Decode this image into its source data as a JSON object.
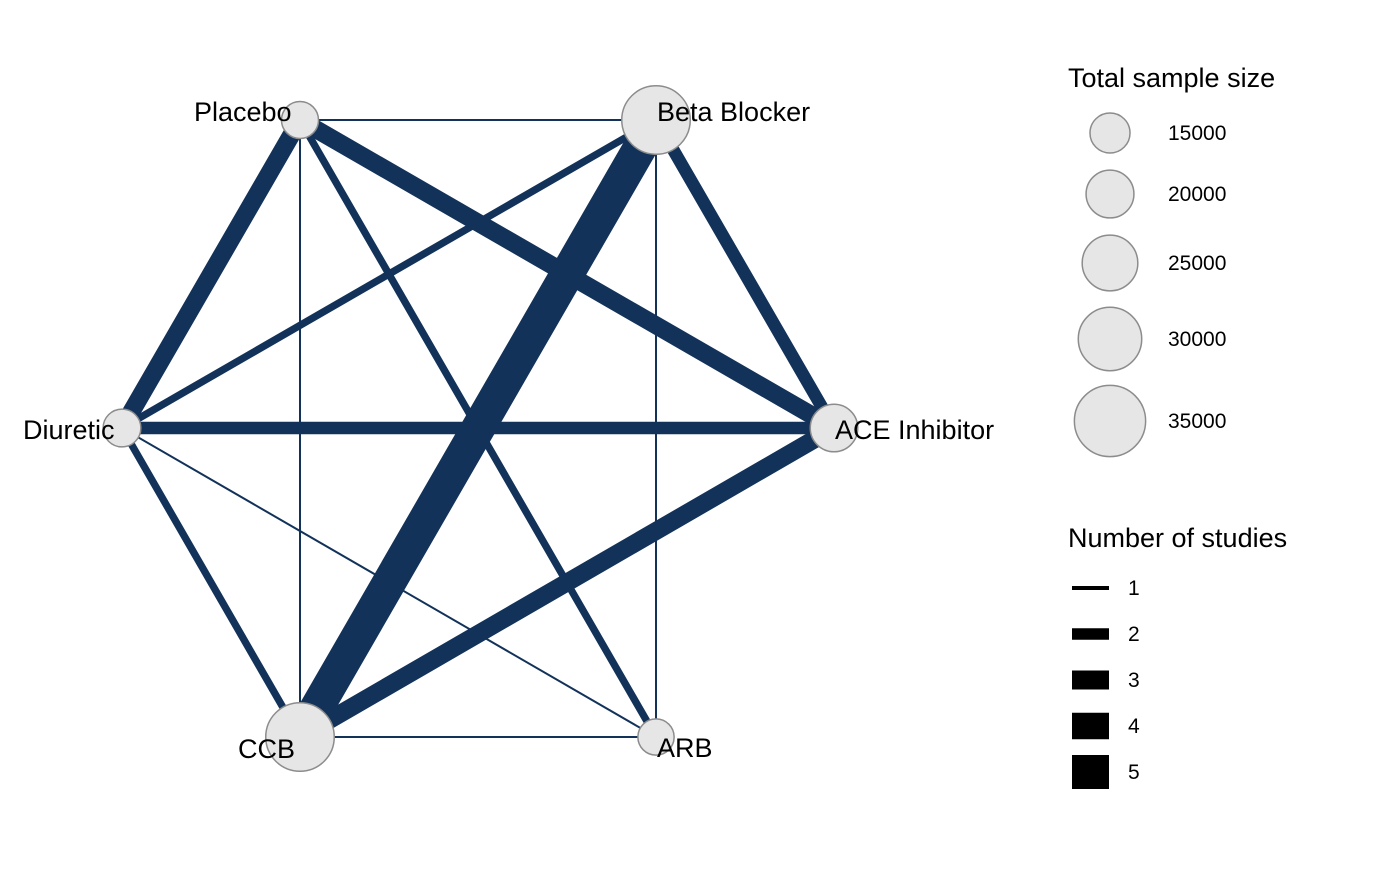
{
  "colors": {
    "edge": "#12325a",
    "node_fill": "#e6e6e6",
    "node_stroke": "#8c8c8c",
    "legend_line": "#000000",
    "background": "#ffffff"
  },
  "network": {
    "nodes": [
      {
        "id": "placebo",
        "label": "Placebo",
        "sample_size": 14000
      },
      {
        "id": "beta_blocker",
        "label": "Beta Blocker",
        "sample_size": 35000
      },
      {
        "id": "ace_inhibitor",
        "label": "ACE Inhibitor",
        "sample_size": 21000
      },
      {
        "id": "arb",
        "label": "ARB",
        "sample_size": 13500
      },
      {
        "id": "ccb",
        "label": "CCB",
        "sample_size": 35000
      },
      {
        "id": "diuretic",
        "label": "Diuretic",
        "sample_size": 14500
      }
    ],
    "edges": [
      {
        "from": "placebo",
        "to": "beta_blocker",
        "studies": 1
      },
      {
        "from": "placebo",
        "to": "ace_inhibitor",
        "studies": 4
      },
      {
        "from": "placebo",
        "to": "diuretic",
        "studies": 4
      },
      {
        "from": "placebo",
        "to": "ccb",
        "studies": 1
      },
      {
        "from": "placebo",
        "to": "arb",
        "studies": 2
      },
      {
        "from": "beta_blocker",
        "to": "ace_inhibitor",
        "studies": 3
      },
      {
        "from": "beta_blocker",
        "to": "diuretic",
        "studies": 2
      },
      {
        "from": "beta_blocker",
        "to": "ccb",
        "studies": 7
      },
      {
        "from": "beta_blocker",
        "to": "arb",
        "studies": 1
      },
      {
        "from": "diuretic",
        "to": "ace_inhibitor",
        "studies": 3
      },
      {
        "from": "diuretic",
        "to": "ccb",
        "studies": 2
      },
      {
        "from": "diuretic",
        "to": "arb",
        "studies": 1
      },
      {
        "from": "ccb",
        "to": "ace_inhibitor",
        "studies": 4
      },
      {
        "from": "ccb",
        "to": "arb",
        "studies": 1
      }
    ]
  },
  "legend_size": {
    "title": "Total sample size",
    "items": [
      {
        "value": 15000,
        "label": "15000"
      },
      {
        "value": 20000,
        "label": "20000"
      },
      {
        "value": 25000,
        "label": "25000"
      },
      {
        "value": 30000,
        "label": "30000"
      },
      {
        "value": 35000,
        "label": "35000"
      }
    ]
  },
  "legend_studies": {
    "title": "Number of studies",
    "items": [
      {
        "value": 1,
        "label": "1"
      },
      {
        "value": 2,
        "label": "2"
      },
      {
        "value": 3,
        "label": "3"
      },
      {
        "value": 4,
        "label": "4"
      },
      {
        "value": 5,
        "label": "5"
      }
    ]
  }
}
